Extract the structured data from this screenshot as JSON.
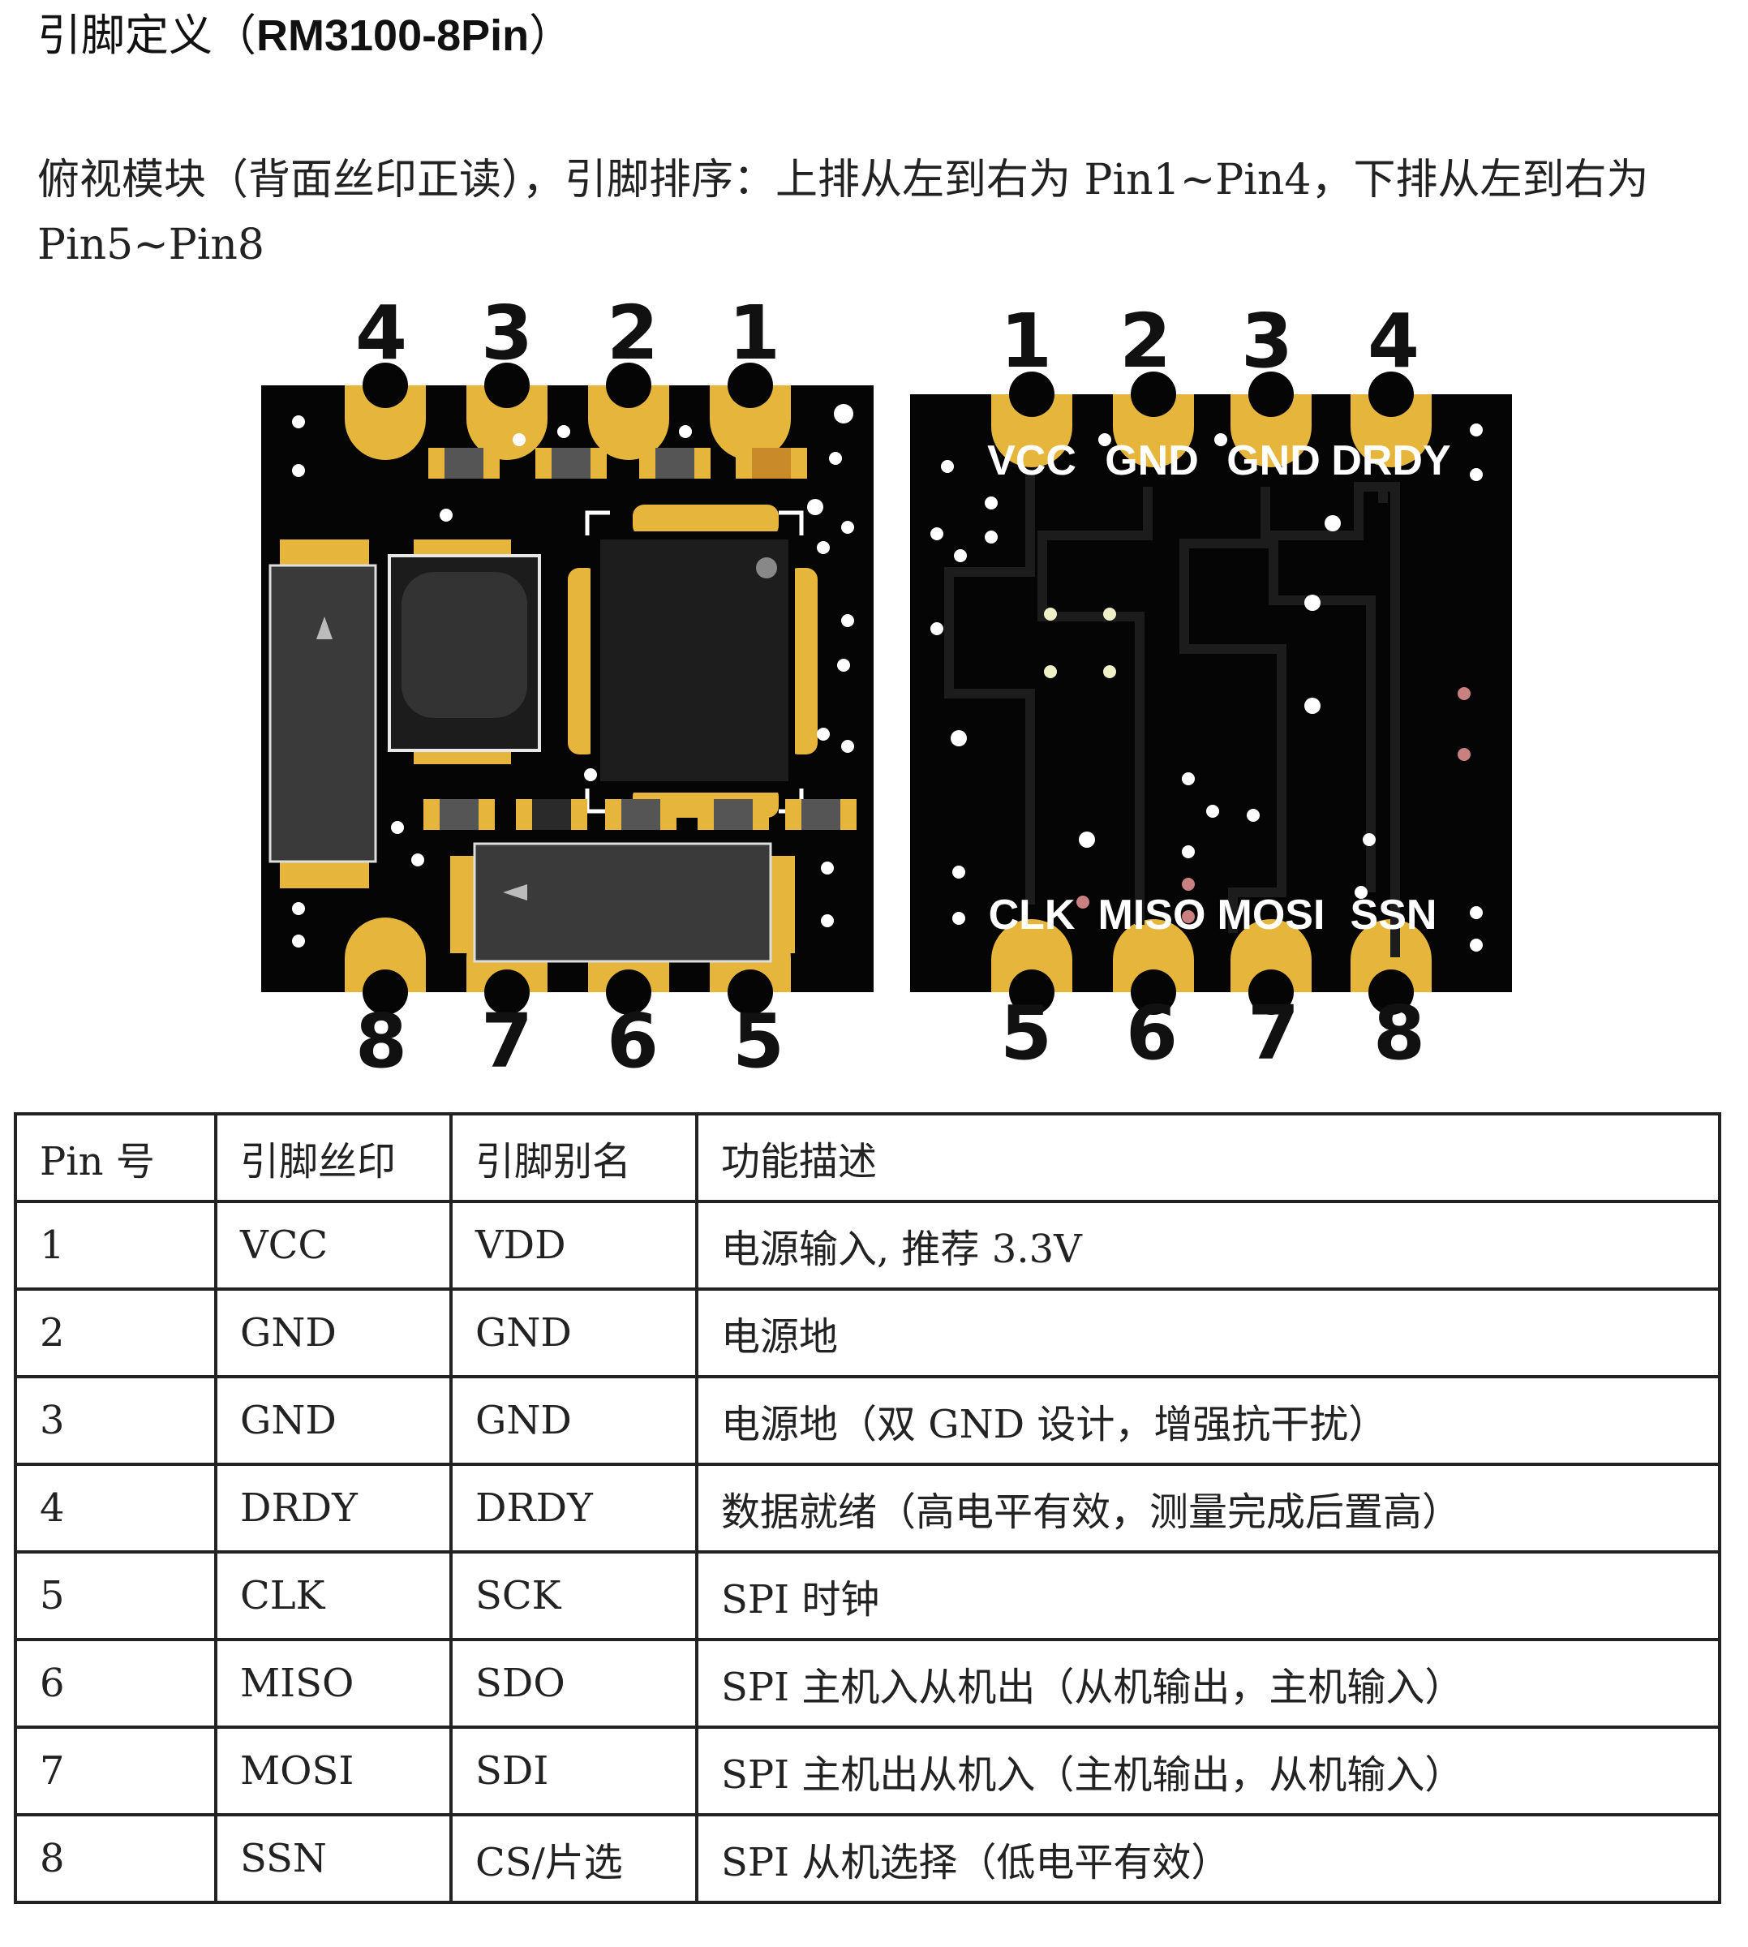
{
  "title": {
    "prefix": "引脚定义（",
    "model": "RM3100-8Pin",
    "suffix": "）"
  },
  "description": "俯视模块（背面丝印正读），引脚排序：上排从左到右为 Pin1~Pin4，下排从左到右为 Pin5~Pin8",
  "front_view": {
    "top_numbers": [
      "4",
      "3",
      "2",
      "1"
    ],
    "bottom_numbers": [
      "8",
      "7",
      "6",
      "5"
    ]
  },
  "back_view": {
    "top_numbers": [
      "1",
      "2",
      "3",
      "4"
    ],
    "bottom_numbers": [
      "5",
      "6",
      "7",
      "8"
    ],
    "top_labels": [
      "VCC",
      "GND",
      "GND",
      "DRDY"
    ],
    "bottom_labels": [
      "CLK",
      "MISO",
      "MOSI",
      "SSN"
    ]
  },
  "colors": {
    "pcb": "#050505",
    "gold": "#e6b53c",
    "silk": "#ffffff"
  },
  "table": {
    "headers": [
      "Pin 号",
      "引脚丝印",
      "引脚别名",
      "功能描述"
    ],
    "rows": [
      [
        "1",
        "VCC",
        "VDD",
        "电源输入, 推荐 3.3V"
      ],
      [
        "2",
        "GND",
        "GND",
        "电源地"
      ],
      [
        "3",
        "GND",
        "GND",
        "电源地（双 GND 设计，增强抗干扰）"
      ],
      [
        "4",
        "DRDY",
        "DRDY",
        "数据就绪（高电平有效，测量完成后置高）"
      ],
      [
        "5",
        "CLK",
        "SCK",
        "SPI 时钟"
      ],
      [
        "6",
        "MISO",
        "SDO",
        "SPI 主机入从机出（从机输出，主机输入）"
      ],
      [
        "7",
        "MOSI",
        "SDI",
        "SPI 主机出从机入（主机输出，从机输入）"
      ],
      [
        "8",
        "SSN",
        "CS/片选",
        "SPI 从机选择（低电平有效）"
      ]
    ]
  }
}
